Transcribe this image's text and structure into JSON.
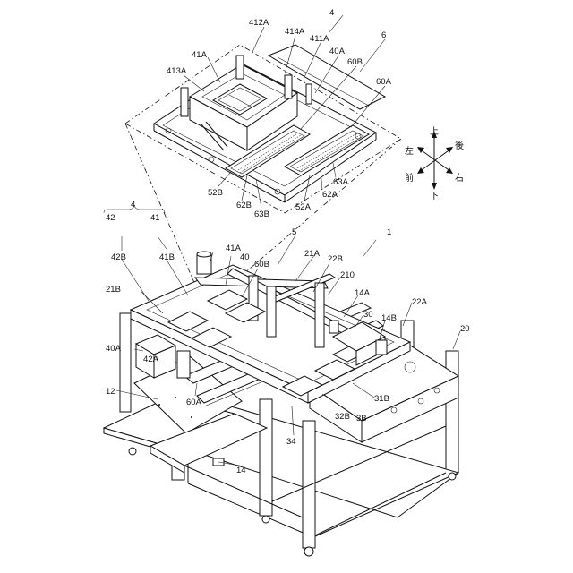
{
  "labels": {
    "l4a": "4",
    "l412A": "412A",
    "l414A": "414A",
    "l411A": "411A",
    "l6": "6",
    "l41A": "41A",
    "l40A": "40A",
    "l60B": "60B",
    "l413A": "413A",
    "l60A": "60A",
    "l52B": "52B",
    "l62B": "62B",
    "l63B": "63B",
    "l52A": "52A",
    "l62A": "62A",
    "l63A": "63A",
    "l4b": "4",
    "l42": "42",
    "l41": "41",
    "l42B": "42B",
    "l41B": "41B",
    "l41A2": "41A",
    "l40": "40",
    "l5": "5",
    "l1": "1",
    "l60B2": "60B",
    "l21A": "21A",
    "l22B": "22B",
    "l210": "210",
    "l21B": "21B",
    "l14A": "14A",
    "l30": "30",
    "l14B": "14B",
    "l22A": "22A",
    "l20": "20",
    "l40A2": "40A",
    "l42A": "42A",
    "l12": "12",
    "l60A2": "60A",
    "l31B": "31B",
    "l32B": "32B",
    "l3B": "3B",
    "l34": "34",
    "l14": "14"
  },
  "directions": {
    "up": "上",
    "back": "後",
    "left": "左",
    "right": "右",
    "front": "前",
    "down": "下"
  }
}
